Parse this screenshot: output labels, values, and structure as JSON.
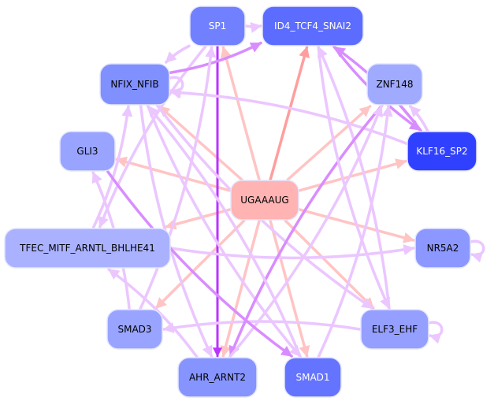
{
  "diagram": {
    "type": "regulatory-network",
    "colors": {
      "mirna_node": "#ffb3b3",
      "edge_mirna": "#ffc4c4",
      "edge_mirna_strong": "#ff9e9e",
      "edge_tf": "#ebc6ff",
      "edge_tf_medium": "#d98cff",
      "edge_tf_strong": "#bb33ff"
    },
    "nodes": [
      {
        "id": "SP1",
        "label": "SP1",
        "kind": "tf",
        "fill": "#7080ff",
        "text_color": "#ffffff"
      },
      {
        "id": "ID4_TCF4_SNAI2",
        "label": "ID4_TCF4_SNAI2",
        "kind": "tf",
        "fill": "#5c6cff",
        "text_color": "#ffffff"
      },
      {
        "id": "NFIX_NFIB",
        "label": "NFIX_NFIB",
        "kind": "tf",
        "fill": "#8090ff",
        "text_color": "#000000"
      },
      {
        "id": "ZNF148",
        "label": "ZNF148",
        "kind": "tf",
        "fill": "#a0aaff",
        "text_color": "#000000"
      },
      {
        "id": "GLI3",
        "label": "GLI3",
        "kind": "tf",
        "fill": "#98a4ff",
        "text_color": "#000000"
      },
      {
        "id": "KLF16_SP2",
        "label": "KLF16_SP2",
        "kind": "tf",
        "fill": "#3040ff",
        "text_color": "#ffffff"
      },
      {
        "id": "UGAAAUG",
        "label": "UGAAAUG",
        "kind": "mirna",
        "fill": "#ffb3b3",
        "text_color": "#000000"
      },
      {
        "id": "TFEC_MITF_ARNTL_BHLHE41",
        "label": "TFEC_MITF_ARNTL_BHLHE41",
        "kind": "tf",
        "fill": "#aab2ff",
        "text_color": "#000000"
      },
      {
        "id": "NR5A2",
        "label": "NR5A2",
        "kind": "tf",
        "fill": "#8c98ff",
        "text_color": "#000000"
      },
      {
        "id": "SMAD3",
        "label": "SMAD3",
        "kind": "tf",
        "fill": "#98a4ff",
        "text_color": "#000000"
      },
      {
        "id": "ELF3_EHF",
        "label": "ELF3_EHF",
        "kind": "tf",
        "fill": "#949fff",
        "text_color": "#000000"
      },
      {
        "id": "AHR_ARNT2",
        "label": "AHR_ARNT2",
        "kind": "tf",
        "fill": "#8694ff",
        "text_color": "#000000"
      },
      {
        "id": "SMAD1",
        "label": "SMAD1",
        "kind": "tf",
        "fill": "#6474ff",
        "text_color": "#ffffff"
      }
    ],
    "edges": [
      {
        "from": "UGAAAUG",
        "to": "ID4_TCF4_SNAI2",
        "style": "mirna_strong"
      },
      {
        "from": "UGAAAUG",
        "to": "SP1",
        "style": "mirna"
      },
      {
        "from": "UGAAAUG",
        "to": "NFIX_NFIB",
        "style": "mirna"
      },
      {
        "from": "UGAAAUG",
        "to": "ZNF148",
        "style": "mirna"
      },
      {
        "from": "UGAAAUG",
        "to": "GLI3",
        "style": "mirna"
      },
      {
        "from": "UGAAAUG",
        "to": "KLF16_SP2",
        "style": "mirna"
      },
      {
        "from": "UGAAAUG",
        "to": "TFEC_MITF_ARNTL_BHLHE41",
        "style": "mirna"
      },
      {
        "from": "UGAAAUG",
        "to": "NR5A2",
        "style": "mirna"
      },
      {
        "from": "UGAAAUG",
        "to": "SMAD3",
        "style": "mirna"
      },
      {
        "from": "UGAAAUG",
        "to": "ELF3_EHF",
        "style": "mirna"
      },
      {
        "from": "UGAAAUG",
        "to": "AHR_ARNT2",
        "style": "mirna"
      },
      {
        "from": "UGAAAUG",
        "to": "SMAD1",
        "style": "mirna"
      },
      {
        "from": "SP1",
        "to": "ID4_TCF4_SNAI2",
        "style": "tf"
      },
      {
        "from": "SP1",
        "to": "NFIX_NFIB",
        "style": "tf"
      },
      {
        "from": "SP1",
        "to": "AHR_ARNT2",
        "style": "tf_strong"
      },
      {
        "from": "SP1",
        "to": "TFEC_MITF_ARNTL_BHLHE41",
        "style": "tf"
      },
      {
        "from": "NFIX_NFIB",
        "to": "ID4_TCF4_SNAI2",
        "style": "tf_medium"
      },
      {
        "from": "NFIX_NFIB",
        "to": "NFIX_NFIB",
        "style": "tf"
      },
      {
        "from": "NFIX_NFIB",
        "to": "SMAD1",
        "style": "tf"
      },
      {
        "from": "NFIX_NFIB",
        "to": "AHR_ARNT2",
        "style": "tf"
      },
      {
        "from": "NFIX_NFIB",
        "to": "ELF3_EHF",
        "style": "tf"
      },
      {
        "from": "KLF16_SP2",
        "to": "NFIX_NFIB",
        "style": "tf"
      },
      {
        "from": "KLF16_SP2",
        "to": "ID4_TCF4_SNAI2",
        "style": "tf_medium"
      },
      {
        "from": "KLF16_SP2",
        "to": "ZNF148",
        "style": "tf"
      },
      {
        "from": "ID4_TCF4_SNAI2",
        "to": "KLF16_SP2",
        "style": "tf_medium"
      },
      {
        "from": "ELF3_EHF",
        "to": "ID4_TCF4_SNAI2",
        "style": "tf"
      },
      {
        "from": "ELF3_EHF",
        "to": "SMAD3",
        "style": "tf"
      },
      {
        "from": "ELF3_EHF",
        "to": "ELF3_EHF",
        "style": "tf"
      },
      {
        "from": "TFEC_MITF_ARNTL_BHLHE41",
        "to": "NR5A2",
        "style": "tf"
      },
      {
        "from": "TFEC_MITF_ARNTL_BHLHE41",
        "to": "NFIX_NFIB",
        "style": "tf"
      },
      {
        "from": "NR5A2",
        "to": "NR5A2",
        "style": "tf"
      },
      {
        "from": "ZNF148",
        "to": "AHR_ARNT2",
        "style": "tf_medium"
      },
      {
        "from": "SMAD1",
        "to": "ZNF148",
        "style": "tf"
      },
      {
        "from": "AHR_ARNT2",
        "to": "TFEC_MITF_ARNTL_BHLHE41",
        "style": "tf"
      },
      {
        "from": "AHR_ARNT2",
        "to": "ZNF148",
        "style": "tf"
      },
      {
        "from": "GLI3",
        "to": "SMAD1",
        "style": "tf_medium"
      },
      {
        "from": "SMAD3",
        "to": "GLI3",
        "style": "tf"
      },
      {
        "from": "SMAD3",
        "to": "SP1",
        "style": "tf"
      },
      {
        "from": "SMAD1",
        "to": "NFIX_NFIB",
        "style": "tf"
      },
      {
        "from": "ID4_TCF4_SNAI2",
        "to": "ELF3_EHF",
        "style": "tf"
      }
    ]
  }
}
